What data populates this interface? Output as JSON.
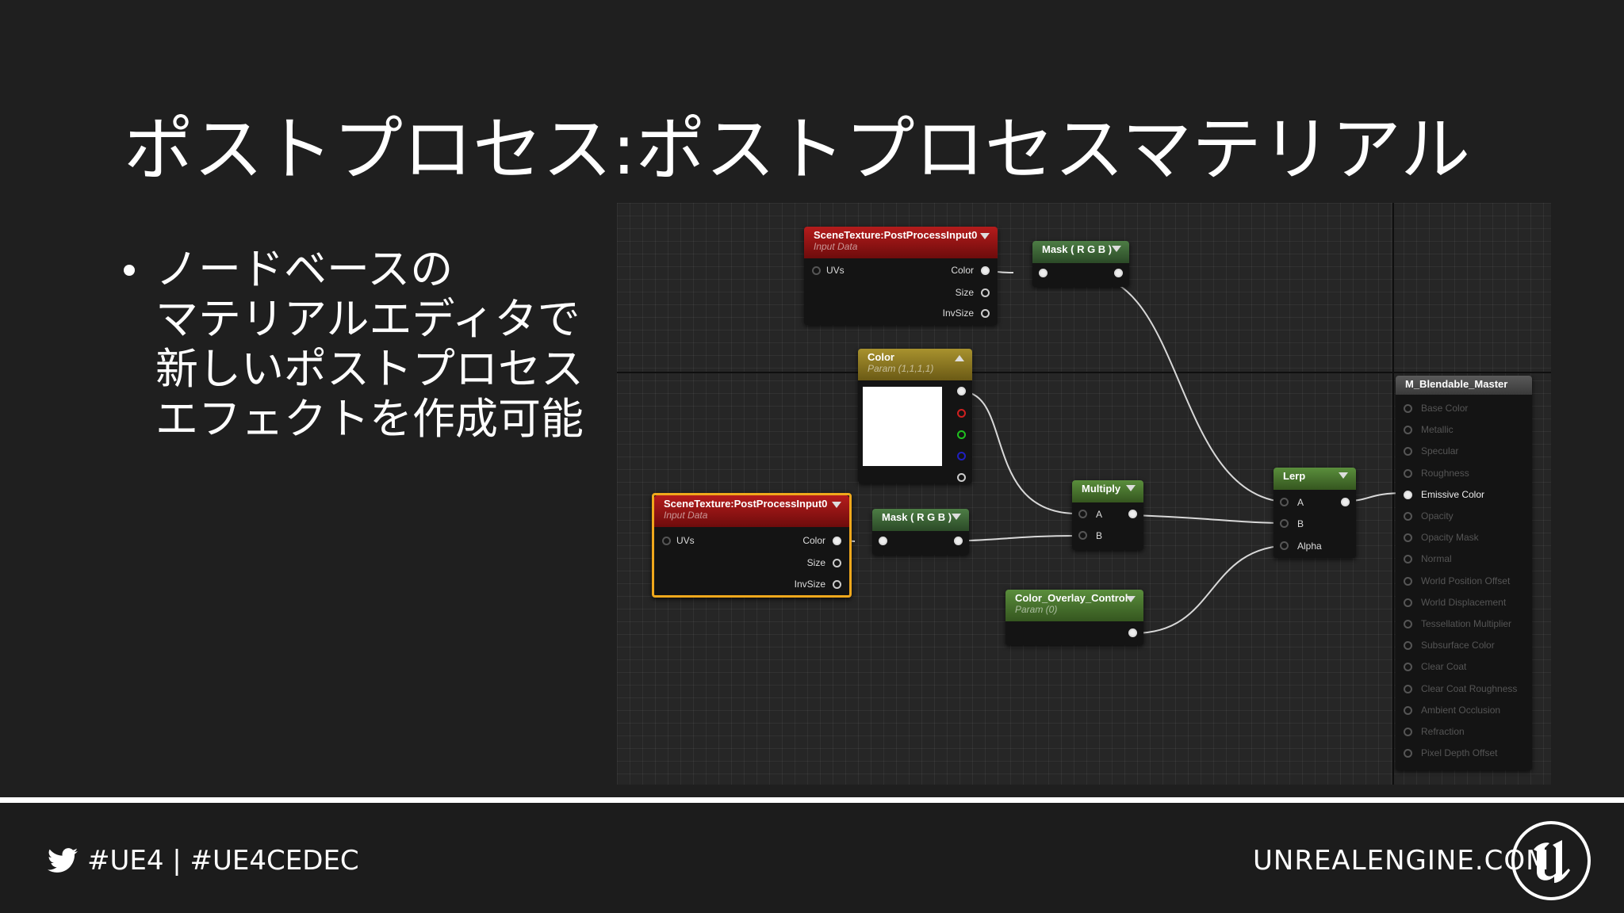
{
  "slide": {
    "title": "ポストプロセス:ポストプロセスマテリアル",
    "bullet_lines": [
      "ノードベースの",
      "マテリアルエディタで",
      "新しいポストプロセス",
      "エフェクトを作成可能"
    ]
  },
  "graph": {
    "scene_texture_top": {
      "title": "SceneTexture:PostProcessInput0",
      "subtitle": "Input Data",
      "uvs": "UVs",
      "color": "Color",
      "size": "Size",
      "invsize": "InvSize"
    },
    "scene_texture_bottom": {
      "title": "SceneTexture:PostProcessInput0",
      "subtitle": "Input Data",
      "uvs": "UVs",
      "color": "Color",
      "size": "Size",
      "invsize": "InvSize"
    },
    "mask_top": {
      "title": "Mask ( R G B )"
    },
    "mask_bottom": {
      "title": "Mask ( R G B )"
    },
    "color_param": {
      "title": "Color",
      "subtitle": "Param (1,1,1,1)"
    },
    "multiply": {
      "title": "Multiply",
      "a": "A",
      "b": "B"
    },
    "lerp": {
      "title": "Lerp",
      "a": "A",
      "b": "B",
      "alpha": "Alpha"
    },
    "overlay": {
      "title": "Color_Overlay_Control",
      "subtitle": "Param (0)"
    },
    "master": {
      "title": "M_Blendable_Master",
      "inputs": [
        "Base Color",
        "Metallic",
        "Specular",
        "Roughness",
        "Emissive Color",
        "Opacity",
        "Opacity Mask",
        "Normal",
        "World Position Offset",
        "World Displacement",
        "Tessellation Multiplier",
        "Subsurface Color",
        "Clear Coat",
        "Clear Coat Roughness",
        "Ambient Occlusion",
        "Refraction",
        "Pixel Depth Offset"
      ],
      "active_input": "Emissive Color"
    }
  },
  "footer": {
    "hashtags": "#UE4 | #UE4CEDEC",
    "site": "UNREALENGINE.COM"
  },
  "icons": {
    "twitter": "twitter-bird-icon",
    "logo": "unreal-engine-logo"
  },
  "colors": {
    "background": "#1f1f1f",
    "selection": "#f0a81c"
  }
}
